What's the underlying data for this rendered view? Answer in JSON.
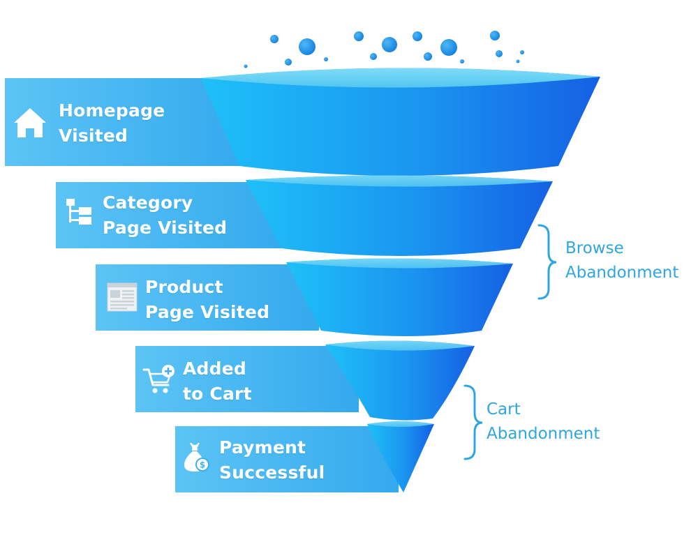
{
  "stages": [
    {
      "line1": "Homepage",
      "line2": "Visited",
      "icon": "home-icon"
    },
    {
      "line1": "Category",
      "line2": "Page Visited",
      "icon": "sitemap-icon"
    },
    {
      "line1": "Product",
      "line2": "Page Visited",
      "icon": "product-page-icon"
    },
    {
      "line1": "Added",
      "line2": "to Cart",
      "icon": "cart-add-icon"
    },
    {
      "line1": "Payment",
      "line2": "Successful",
      "icon": "money-bag-icon"
    }
  ],
  "brackets": [
    {
      "line1": "Browse",
      "line2": "Abandonment"
    },
    {
      "line1": "Cart",
      "line2": "Abandonment"
    }
  ],
  "colors": {
    "band_light": "#5cc2f4",
    "band_dark": "#2fa3ea",
    "funnel_light": "#1eb8f7",
    "funnel_dark": "#1463e6",
    "funnel_top": "#5fcff2",
    "bracket": "#2fa6e0",
    "bubble": "#1b8fe8"
  }
}
